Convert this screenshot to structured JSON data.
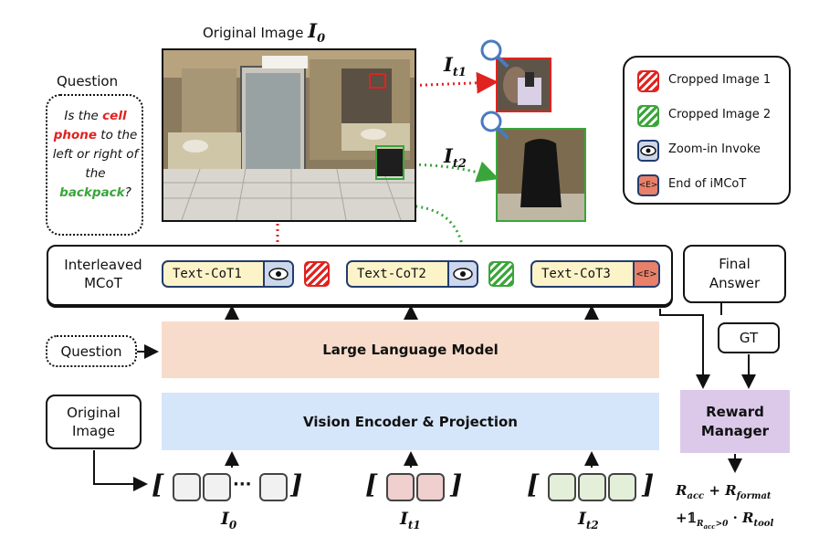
{
  "original_image_title": "Original Image",
  "I0": "I",
  "I0_sub": "0",
  "It1": "I",
  "It1_sub": "t1",
  "It2": "I",
  "It2_sub": "t2",
  "question_header": "Question",
  "question_text": {
    "p1": "Is the ",
    "cell": "cell phone",
    "p2": " to the left or right of the ",
    "backpack": "backpack",
    "p3": "?"
  },
  "legend": {
    "crop1": "Cropped Image 1",
    "crop2": "Cropped Image 2",
    "zoom": "Zoom-in Invoke",
    "end": "End of iMCoT",
    "end_tag": "<E>"
  },
  "mcot_label_line1": "Interleaved",
  "mcot_label_line2": "MCoT",
  "cot1": "Text-CoT1",
  "cot2": "Text-CoT2",
  "cot3": "Text-CoT3",
  "end_tag": "<E>",
  "final_answer_line1": "Final",
  "final_answer_line2": "Answer",
  "question_box": "Question",
  "llm": "Large Language Model",
  "gt": "GT",
  "original_image_box_line1": "Original",
  "original_image_box_line2": "Image",
  "vision_encoder": "Vision Encoder & Projection",
  "reward_manager_line1": "Reward",
  "reward_manager_line2": "Manager",
  "ellipsis": "···",
  "bracket_open": "[",
  "bracket_close": "]",
  "reward_formula": {
    "R": "R",
    "acc": "acc",
    "plus": " + ",
    "format": "format",
    "indicator": "𝟙",
    "ind_sub": "R",
    "ind_sub2": "acc",
    "gt0": ">0",
    "dot": " · ",
    "tool": "tool"
  },
  "colors": {
    "red": "#e0231f",
    "green": "#3aa53a",
    "llm_bg": "#f7dccb",
    "vision_bg": "#d6e6fa",
    "reward_bg": "#dcc9ea",
    "cot_bg": "#fdf3c8"
  }
}
